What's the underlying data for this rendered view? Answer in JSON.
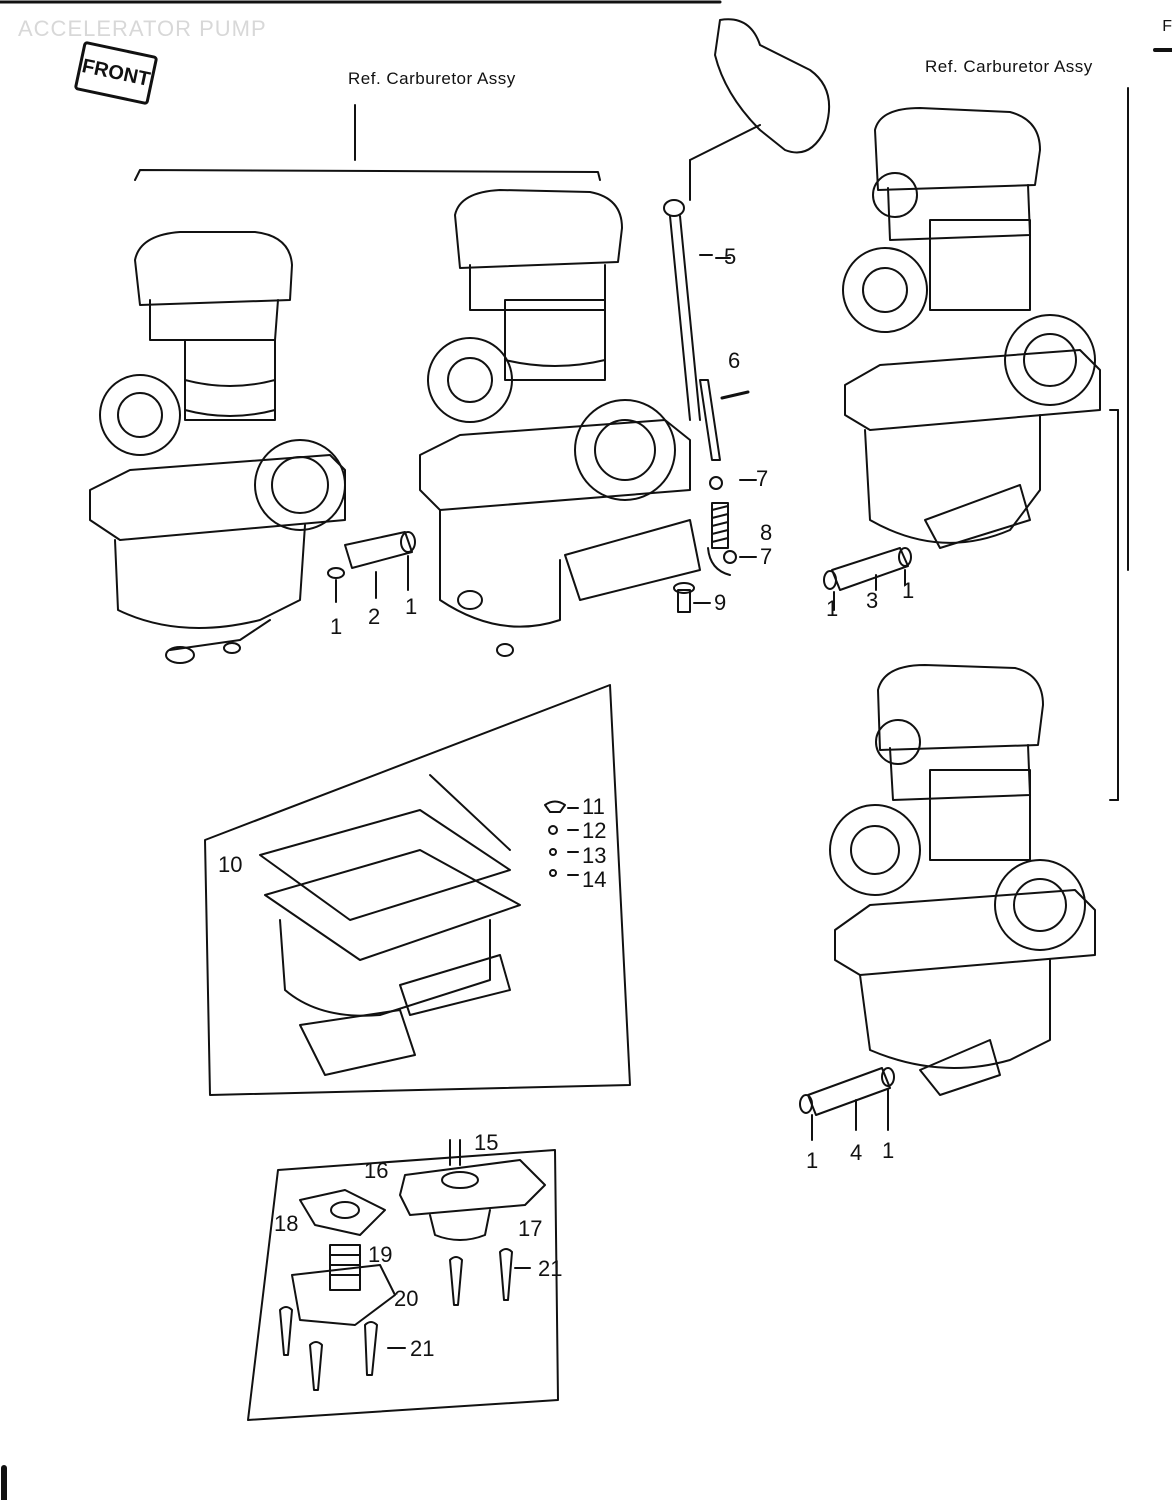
{
  "page": {
    "title": "ACCELERATOR PUMP",
    "corner_mark": "F",
    "front_badge": "FRONT",
    "ref_left": "Ref. Carburetor Assy",
    "ref_right": "Ref. Carburetor Assy"
  },
  "callouts": {
    "c1a": "1",
    "c2a": "2",
    "c1b": "1",
    "c5": "5",
    "c6": "6",
    "c7a": "7",
    "c8": "8",
    "c7b": "7",
    "c9": "9",
    "c1c": "1",
    "c3": "3",
    "c1d": "1",
    "c10": "10",
    "c11": "11",
    "c12": "12",
    "c13": "13",
    "c14": "14",
    "c1e": "1",
    "c4": "4",
    "c1f": "1",
    "c15": "15",
    "c16": "16",
    "c17": "17",
    "c18": "18",
    "c19": "19",
    "c20": "20",
    "c21a": "21",
    "c21b": "21"
  }
}
